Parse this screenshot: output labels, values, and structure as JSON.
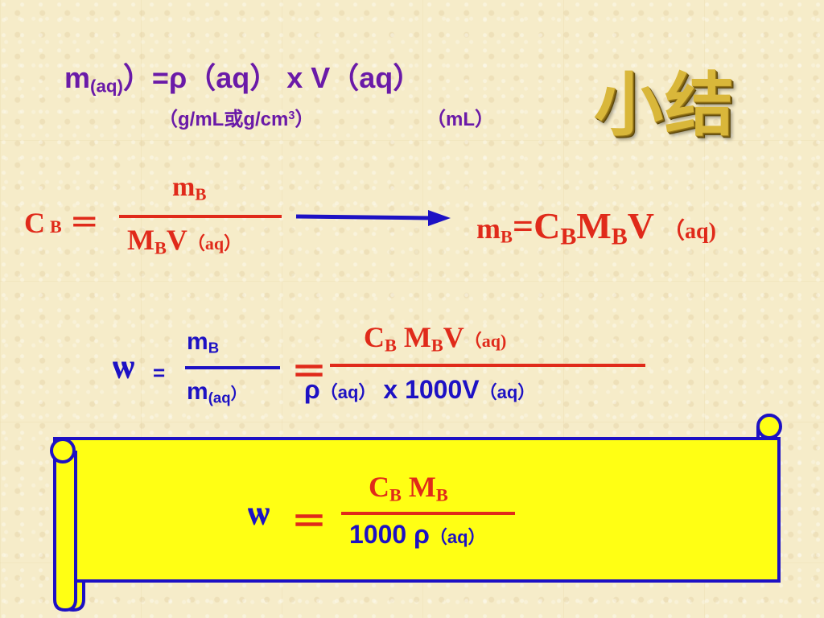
{
  "title": "小结",
  "eq1": {
    "m": "m",
    "m_sub": "(aq)",
    "rest": "）=ρ（aq） x V（aq）",
    "units_density": "（g/mL或g/cm",
    "units_sup": "3",
    "units_close": "）",
    "units_volume": "（mL）"
  },
  "eq2": {
    "c": "C",
    "c_sub": "B",
    "eq": "＝",
    "num": "m",
    "num_sub": "B",
    "den_m": "M",
    "den_m_sub": "B",
    "den_v": "V",
    "den_aq": "（aq）",
    "result_m": "m",
    "result_m_sub": "B",
    "result_eq": "=C",
    "result_c_sub": "B",
    "result_M": "M",
    "result_M_sub": "B",
    "result_v": "V",
    "result_aq": "（aq)"
  },
  "eq3": {
    "omega": "ѡ",
    "eq_small": "=",
    "num": "m",
    "num_sub": "B",
    "den": "m",
    "den_sub": "(aq",
    "den_close": "）",
    "eq_big": "＝",
    "num2_c": "C",
    "num2_c_sub": "B",
    "num2_m": " M",
    "num2_m_sub": "B",
    "num2_v": "V",
    "num2_aq": "（aq)",
    "den2_rho": "ρ",
    "den2_aq": "（aq）",
    "den2_rest": " x  1000V",
    "den2_aq2": "（aq）"
  },
  "result": {
    "omega": "ѡ",
    "eq": "＝",
    "num_c": "C",
    "num_c_sub": "B",
    "num_m": " M",
    "num_m_sub": "B",
    "den": "1000 ρ",
    "den_aq": "（aq）"
  },
  "colors": {
    "purple": "#6a1aa8",
    "blue": "#1d11c4",
    "red": "#e02a1a",
    "scroll_fill": "#ffff14",
    "scroll_border": "#1d11c4"
  }
}
